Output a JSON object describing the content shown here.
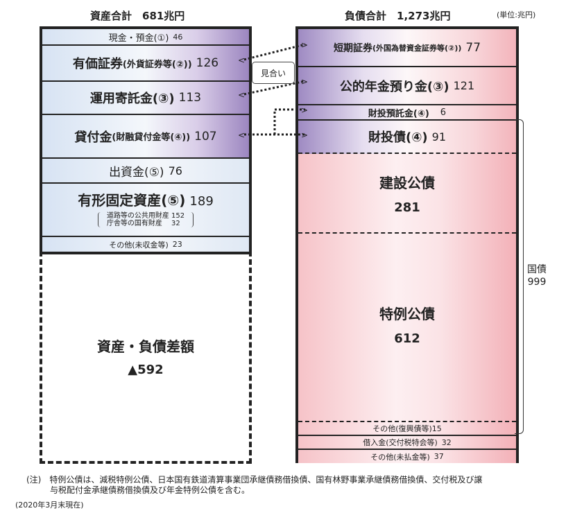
{
  "unit": "(単位:兆円)",
  "assets": {
    "title": "資産合計　681兆円",
    "rows": [
      {
        "label": "現金・預金(①)",
        "value": "46"
      },
      {
        "label": "有価証券",
        "sub": "(外貨証券等(②))",
        "value": "126"
      },
      {
        "label": "運用寄託金(③)",
        "value": "113"
      },
      {
        "label": "貸付金",
        "sub": "(財融貸付金等(④))",
        "value": "107"
      },
      {
        "label": "出資金(⑤)",
        "value": "76"
      },
      {
        "label": "有形固定資産(⑤)",
        "value": "189"
      },
      {
        "label": "その他(未収金等)",
        "value": "23"
      }
    ],
    "breakdown": [
      {
        "label": "道路等の公共用財産",
        "value": "152"
      },
      {
        "label": "庁舎等の国有財産",
        "value": "32"
      }
    ],
    "net": {
      "label": "資産・負債差額",
      "value": "▲592"
    }
  },
  "liabilities": {
    "title": "負債合計　1,273兆円",
    "rows": [
      {
        "label": "短期証券",
        "sub": "(外国為替資金証券等(②))",
        "value": "77"
      },
      {
        "label": "公的年金預り金(③)",
        "value": "121"
      },
      {
        "label": "財投預託金(④)",
        "value": "6"
      },
      {
        "label": "財投債(④)",
        "value": "91"
      },
      {
        "label": "建設公債",
        "value": "281"
      },
      {
        "label": "特例公債",
        "value": "612"
      },
      {
        "label": "その他(復興債等)",
        "value": "15"
      },
      {
        "label": "借入金(交付税特会等)",
        "value": "32"
      },
      {
        "label": "その他(未払金等)",
        "value": "37"
      }
    ],
    "jgb": {
      "label": "国債",
      "value": "999"
    }
  },
  "match_label": "見合い",
  "notes": {
    "line1": "(注)　特例公債は、減税特例公債、日本国有鉄道清算事業団承継債務借換債、国有林野事業承継債務借換債、交付税及び譲",
    "line2": "与税配付金承継債務借換債及び年金特例公債を含む。",
    "date": "(2020年3月末現在)"
  }
}
